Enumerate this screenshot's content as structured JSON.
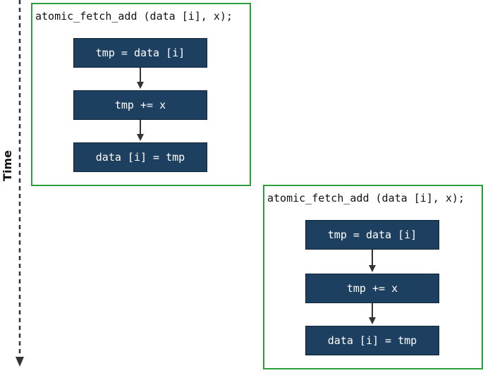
{
  "axis": {
    "label": "Time"
  },
  "operations": [
    {
      "title": "atomic_fetch_add (data [i], x);",
      "steps": [
        "tmp = data [i]",
        "tmp += x",
        "data [i] = tmp"
      ]
    },
    {
      "title": "atomic_fetch_add (data [i], x);",
      "steps": [
        "tmp = data [i]",
        "tmp += x",
        "data [i] = tmp"
      ]
    }
  ],
  "colors": {
    "group_border": "#2e9e3a",
    "step_fill": "#1e4060",
    "arrow": "#333333",
    "axis": "#333333"
  }
}
